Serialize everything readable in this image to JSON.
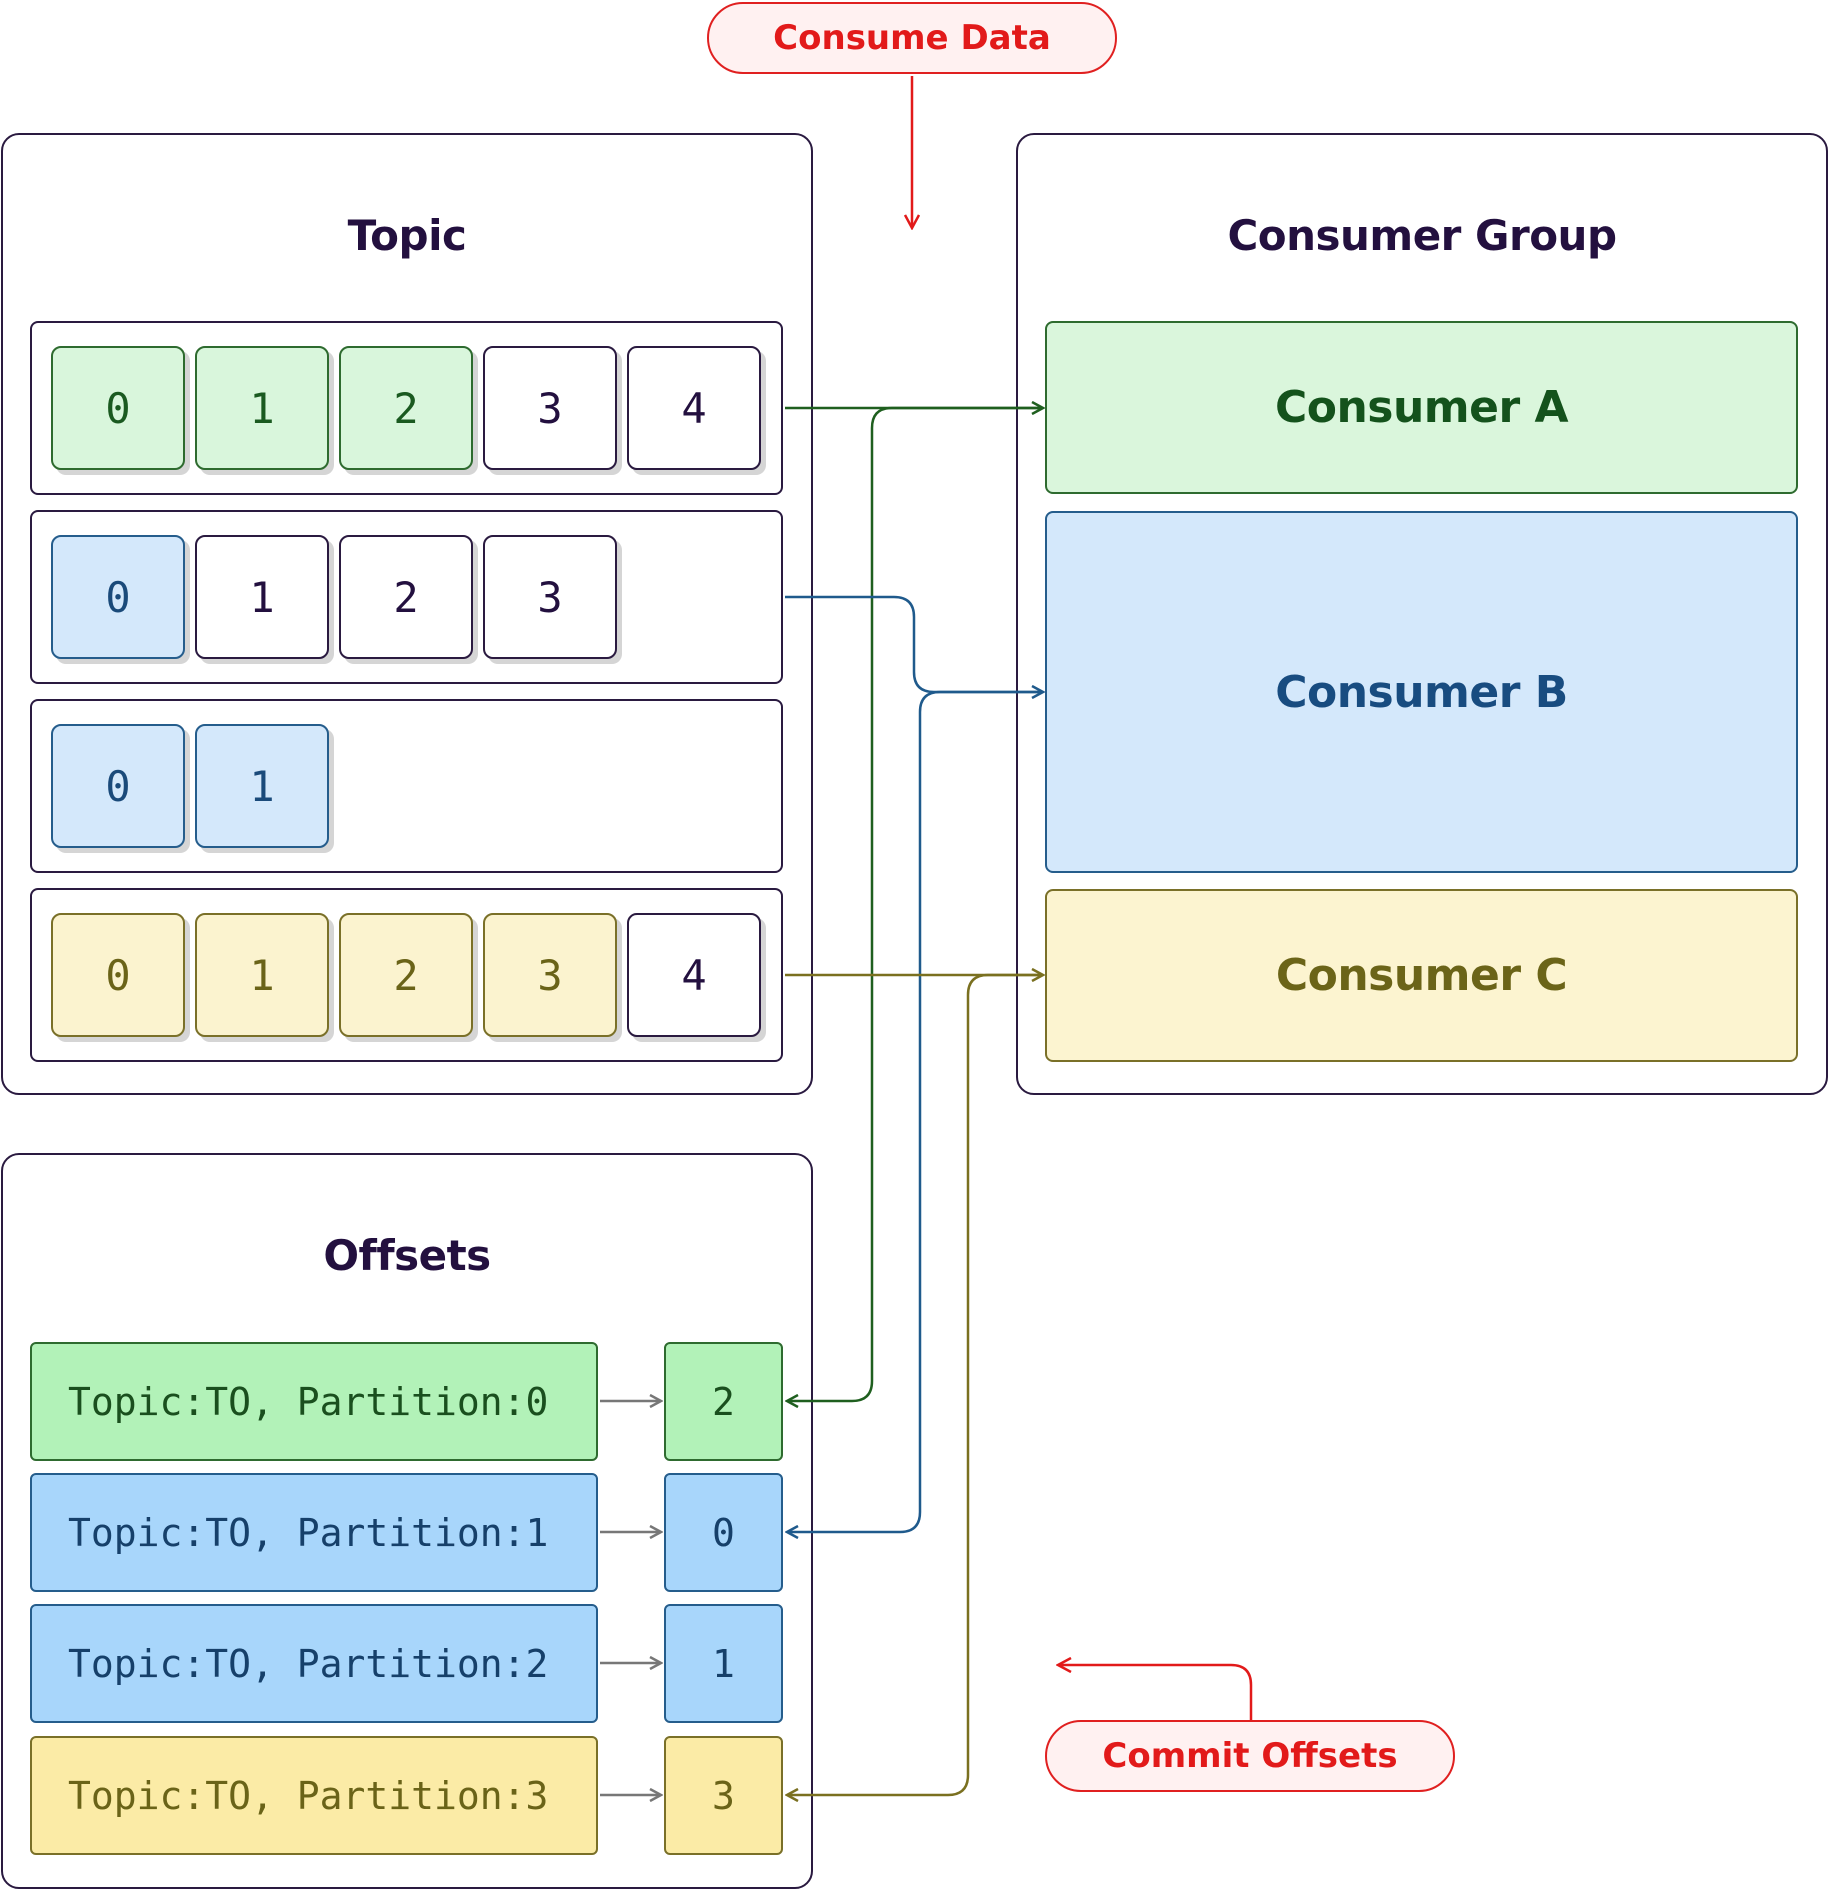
{
  "consume_label": "Consume Data",
  "commit_label": "Commit Offsets",
  "topic": {
    "title": "Topic",
    "partitions": [
      {
        "color": "green",
        "messages": [
          "0",
          "1",
          "2",
          "3",
          "4"
        ],
        "consumed": 3
      },
      {
        "color": "blue",
        "messages": [
          "0",
          "1",
          "2",
          "3"
        ],
        "consumed": 1
      },
      {
        "color": "blue",
        "messages": [
          "0",
          "1"
        ],
        "consumed": 2
      },
      {
        "color": "yellow",
        "messages": [
          "0",
          "1",
          "2",
          "3",
          "4"
        ],
        "consumed": 4
      }
    ]
  },
  "consumer_group": {
    "title": "Consumer Group",
    "consumers": [
      {
        "label": "Consumer A",
        "color": "green"
      },
      {
        "label": "Consumer B",
        "color": "blue"
      },
      {
        "label": "Consumer C",
        "color": "yellow"
      }
    ]
  },
  "offsets": {
    "title": "Offsets",
    "rows": [
      {
        "label": "Topic:TO, Partition:0",
        "value": "2",
        "color": "green"
      },
      {
        "label": "Topic:TO, Partition:1",
        "value": "0",
        "color": "blue"
      },
      {
        "label": "Topic:TO, Partition:2",
        "value": "1",
        "color": "blue"
      },
      {
        "label": "Topic:TO, Partition:3",
        "value": "3",
        "color": "yellow"
      }
    ]
  },
  "colors": {
    "green_line": "#1f5f1f",
    "blue_line": "#1f5a8c",
    "yellow_line": "#7a7020",
    "red": "#e21a1a",
    "gray_arrow": "#777777"
  }
}
